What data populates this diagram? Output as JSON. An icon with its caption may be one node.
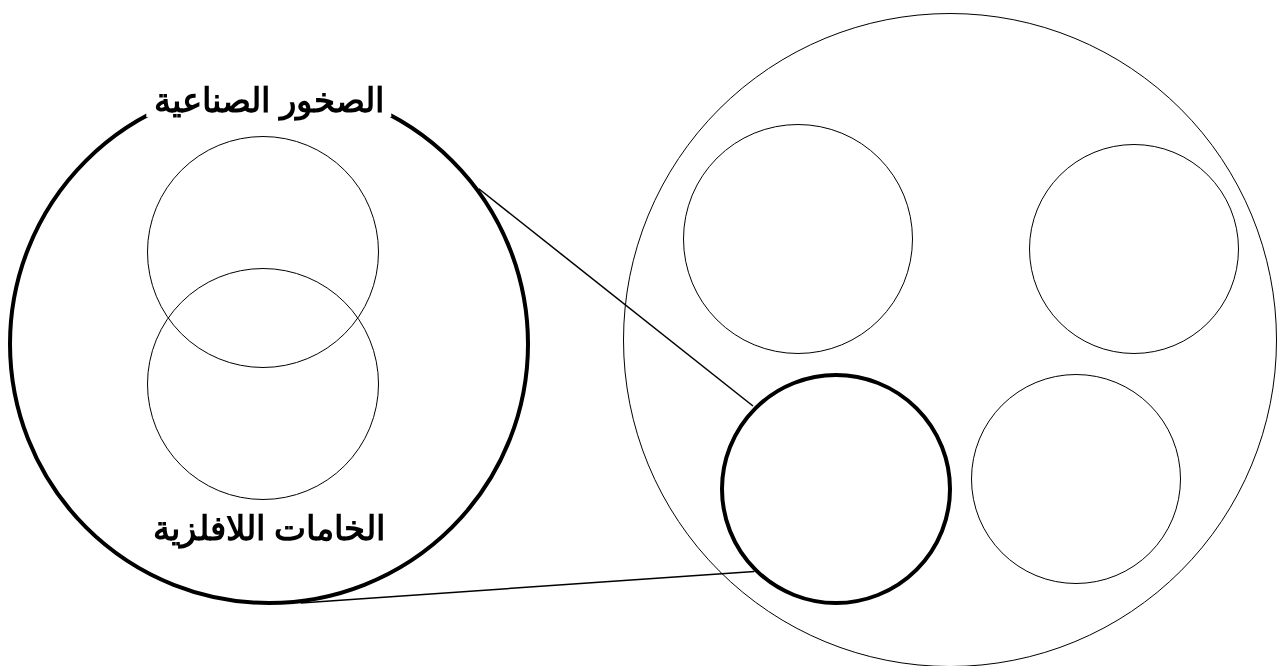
{
  "diagram": {
    "nodes": [
      {
        "text": [
          "الصخور الصناعية",
          "الخامات اللافلزية"
        ]
      },
      {
        "text": [],
        "shape": "circle",
        "in": 0
      },
      {
        "text": [],
        "shape": "circle",
        "in": 0
      },
      {
        "text": [],
        "shape": "circle"
      },
      {
        "text": [],
        "shape": "circle",
        "in": 3
      },
      {
        "text": [],
        "shape": "circle",
        "in": 3
      },
      {
        "text": [],
        "shape": "circle",
        "in": 3
      },
      {
        "text": [],
        "shape": "circle",
        "in": 3
      }
    ],
    "edges": [
      {
        "from": 0,
        "to": 6,
        "arrow": "none"
      },
      {
        "from": 0,
        "to": 6,
        "arrow": "none"
      }
    ]
  }
}
